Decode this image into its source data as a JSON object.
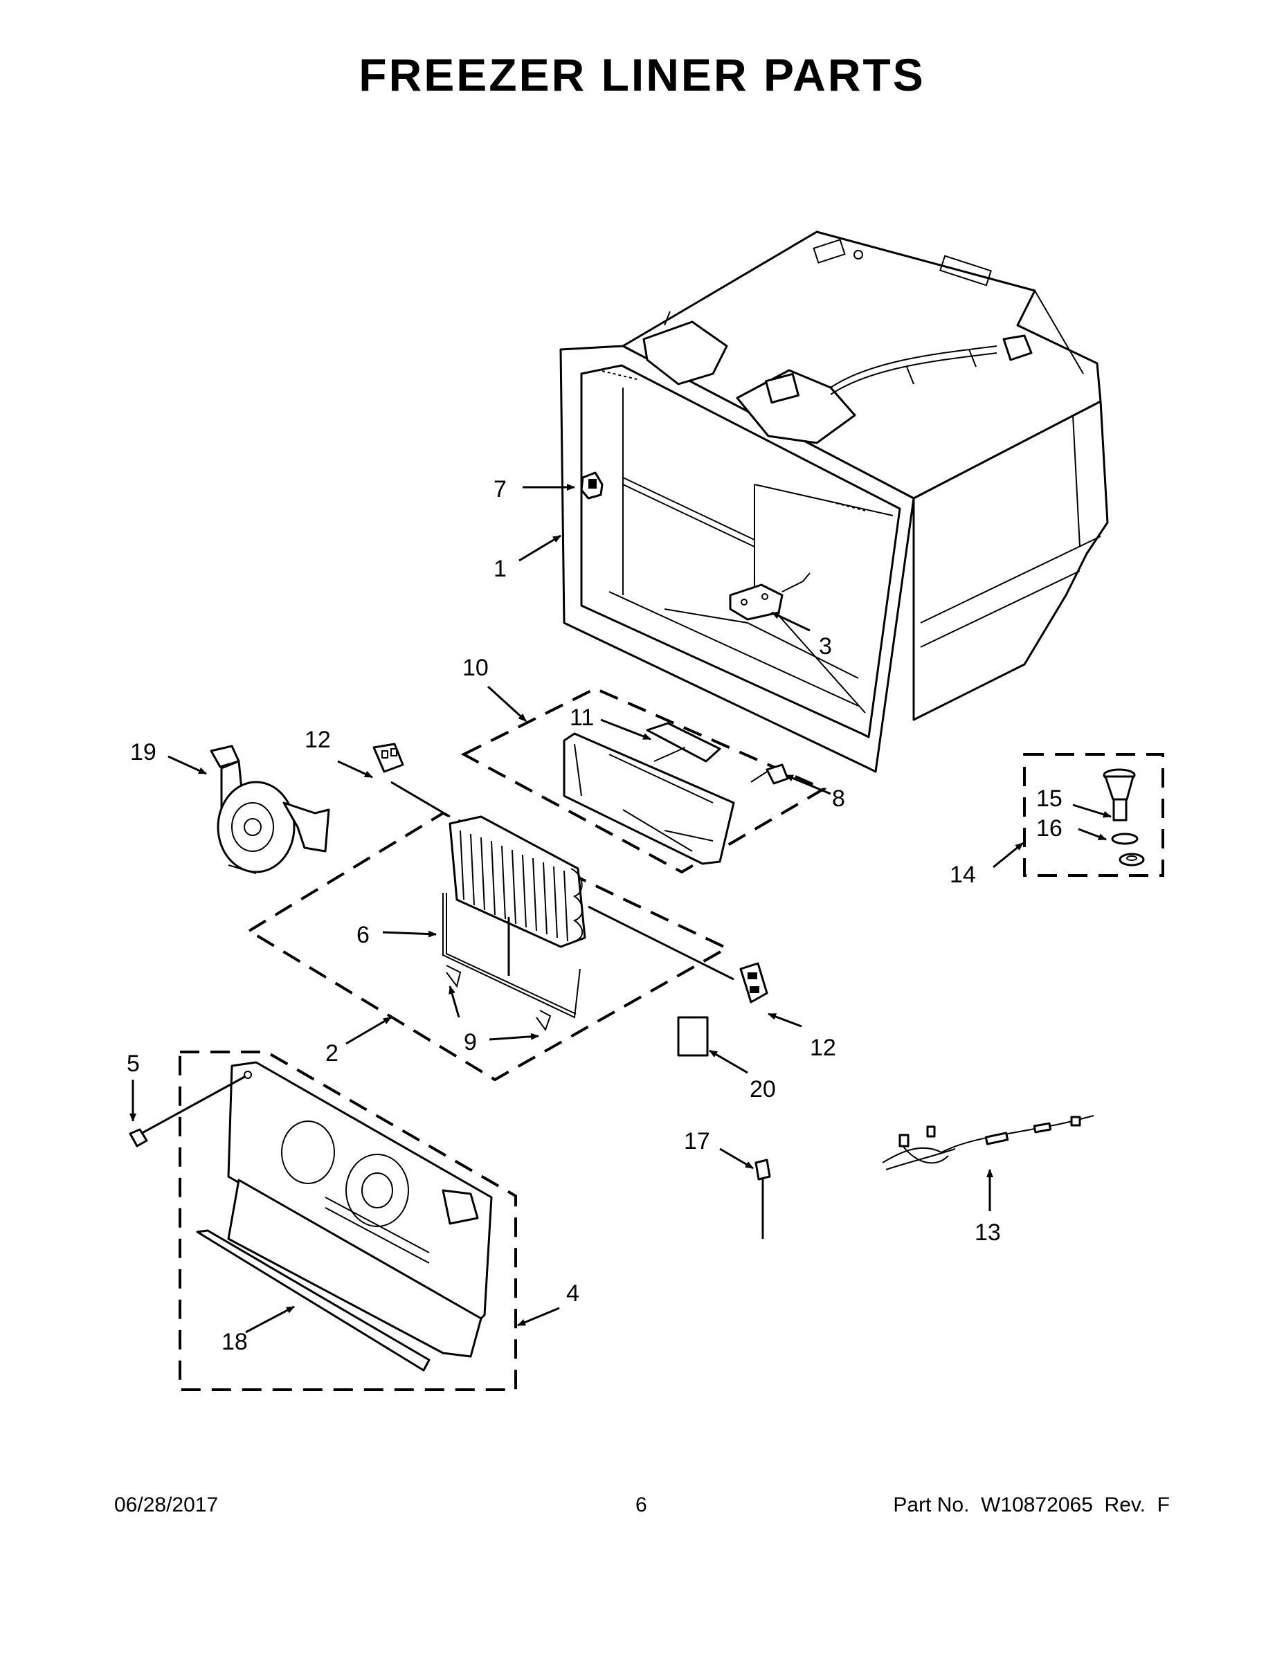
{
  "title": "FREEZER LINER PARTS",
  "footer": {
    "date": "06/28/2017",
    "page_number": "6",
    "part_number": "Part No.  W10872065  Rev.  F"
  },
  "callouts": {
    "c1": "1",
    "c2": "2",
    "c3": "3",
    "c4": "4",
    "c5": "5",
    "c6": "6",
    "c7": "7",
    "c8": "8",
    "c9": "9",
    "c10": "10",
    "c11": "11",
    "c12a": "12",
    "c12b": "12",
    "c13": "13",
    "c14": "14",
    "c15": "15",
    "c16": "16",
    "c17": "17",
    "c18": "18",
    "c19": "19",
    "c20": "20"
  }
}
